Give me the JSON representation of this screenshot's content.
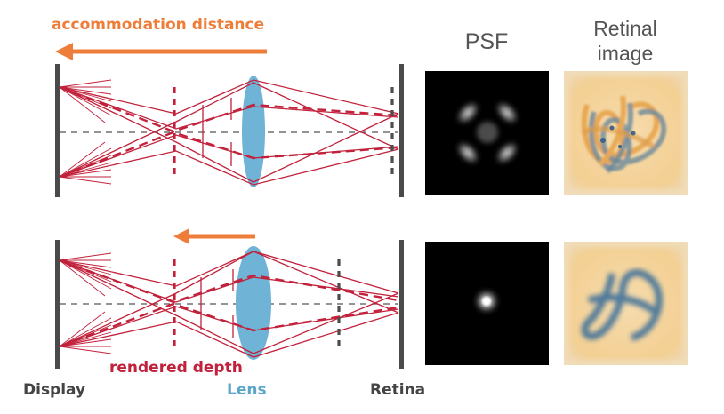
{
  "labels": {
    "accommodation": "accommodation distance",
    "rendered_depth": "rendered depth",
    "display": "Display",
    "lens": "Lens",
    "retina": "Retina",
    "psf_header": "PSF",
    "retinal_header_line1": "Retinal",
    "retinal_header_line2": "image"
  },
  "colors": {
    "ray": "#c2213b",
    "accommodation_arrow": "#ee7d39",
    "lens_fill": "#6fb3d6",
    "display_bar": "#4a4a4a",
    "retina_dashed": "#4d4d4d",
    "axis_dashed": "#555555",
    "label_red": "#c2213b",
    "label_orange": "#ee7d39",
    "label_blue": "#5ca7c9",
    "label_gray": "#444444",
    "header_gray": "#555555",
    "retinal_bg": "#f6d7a1",
    "retinal_glyph_blue": "#3e6f9a",
    "retinal_glyph_orange": "#e39a3a"
  },
  "icons": {
    "accommodation_arrow": "arrow-left-icon",
    "shift_arrow": "arrow-left-icon"
  }
}
